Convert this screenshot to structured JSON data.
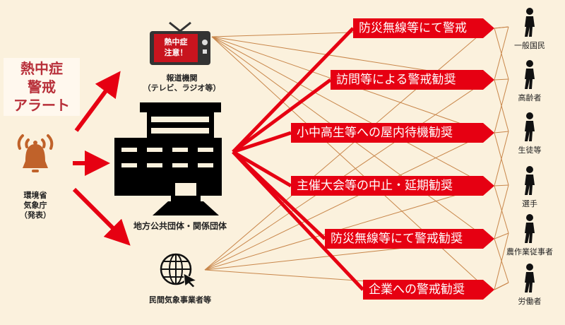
{
  "alert": {
    "line1": "熱中症",
    "line2": "警戒",
    "line3": "アラート"
  },
  "source": {
    "line1": "環境省",
    "line2": "気象庁",
    "line3": "（発表）"
  },
  "tv": {
    "screen1": "熱中症",
    "screen2": "注意！",
    "label1": "報道機関",
    "label2": "（テレビ、ラジオ等）"
  },
  "local_gov": {
    "label": "地方公共団体・関係団体"
  },
  "private": {
    "label": "民間気象事業者等"
  },
  "actions": [
    "防災無線等にて警戒",
    "訪問等による警戒勧奨",
    "小中高生等への屋内待機勧奨",
    "主催大会等の中止・延期勧奨",
    "防災無線等にて警戒勧奨",
    "企業への警戒勧奨"
  ],
  "people": [
    "一般国民",
    "高齢者",
    "生徒等",
    "選手",
    "農作業従事者",
    "労働者"
  ],
  "colors": {
    "red": "#e60012",
    "thin_line": "#c8864a",
    "bell": "#c0622a",
    "bg": "#fbf1dd"
  }
}
